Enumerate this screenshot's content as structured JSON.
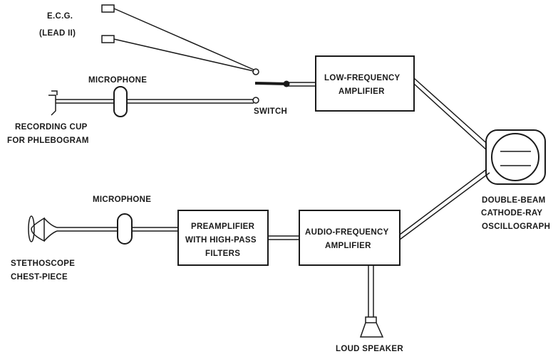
{
  "labels": {
    "ecg_line1": "E.C.G.",
    "ecg_line2": "(LEAD II)",
    "microphone_top": "MICROPHONE",
    "recording_cup_line1": "RECORDING CUP",
    "recording_cup_line2": "FOR PHLEBOGRAM",
    "switch": "SWITCH",
    "low_freq_line1": "LOW-FREQUENCY",
    "low_freq_line2": "AMPLIFIER",
    "oscillograph_line1": "DOUBLE-BEAM",
    "oscillograph_line2": "CATHODE-RAY",
    "oscillograph_line3": "OSCILLOGRAPH",
    "microphone_bottom": "MICROPHONE",
    "stethoscope_line1": "STETHOSCOPE",
    "stethoscope_line2": "CHEST-PIECE",
    "preamp_line1": "PREAMPLIFIER",
    "preamp_line2": "WITH HIGH-PASS",
    "preamp_line3": "FILTERS",
    "audio_freq_line1": "AUDIO-FREQUENCY",
    "audio_freq_line2": "AMPLIFIER",
    "loud_speaker": "LOUD SPEAKER"
  },
  "colors": {
    "ink": "#1a1a1a",
    "background": "#ffffff"
  }
}
